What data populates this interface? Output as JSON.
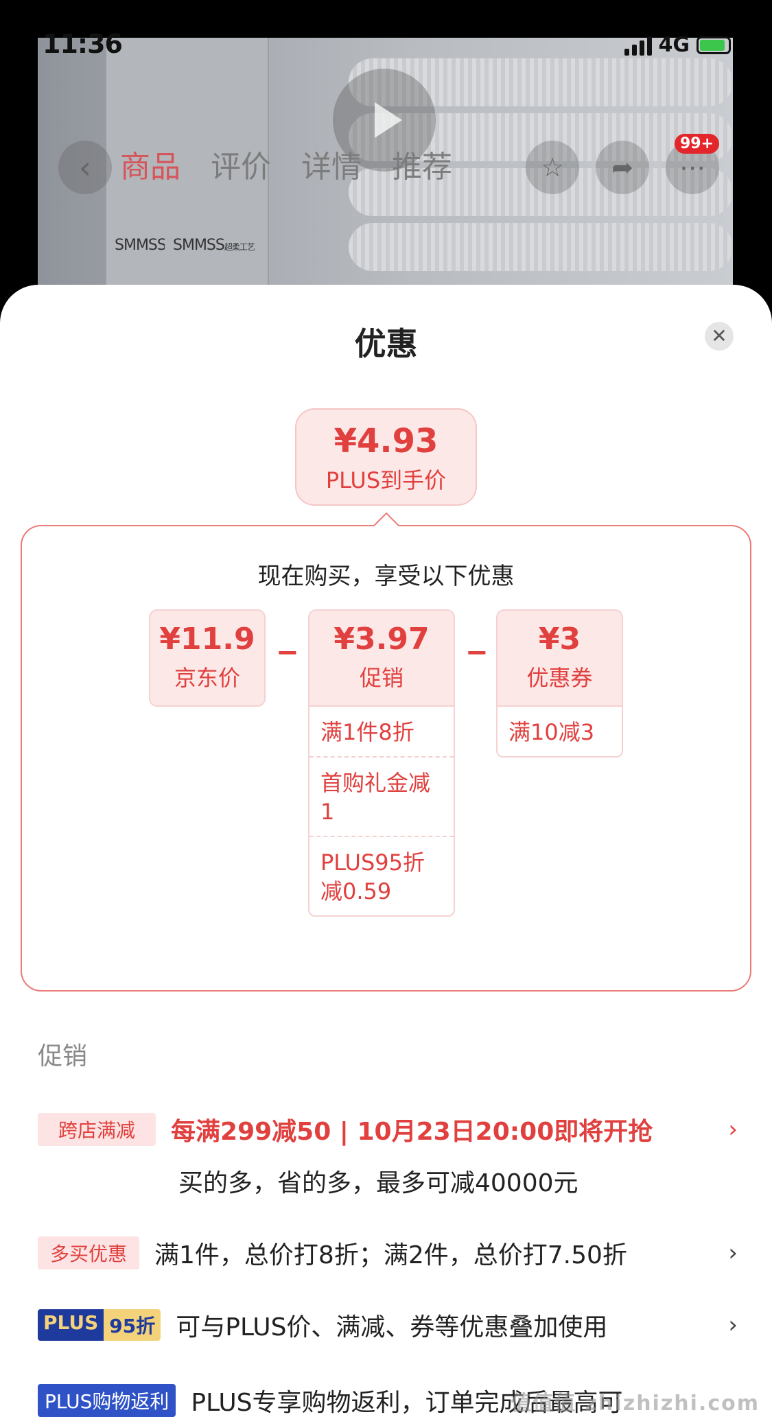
{
  "status": {
    "time": "11:36",
    "network": "4G"
  },
  "product_page": {
    "tabs": [
      "商品",
      "评价",
      "详情",
      "推荐"
    ],
    "brand": "SMMSS",
    "brand_sub": "超柔工艺",
    "cart_badge": "99+"
  },
  "sheet": {
    "title": "优惠",
    "close_glyph": "✕",
    "final_price": {
      "amount": "¥4.93",
      "label": "PLUS到手价"
    },
    "calc": {
      "title": "现在购买，享受以下优惠",
      "minus": "−",
      "cards": [
        {
          "amount": "¥11.9",
          "label": "京东价",
          "details": []
        },
        {
          "amount": "¥3.97",
          "label": "促销",
          "details": [
            "满1件8折",
            "首购礼金减1",
            "PLUS95折减0.59"
          ]
        },
        {
          "amount": "¥3",
          "label": "优惠券",
          "details": [
            "满10减3"
          ]
        }
      ]
    }
  },
  "promotions": {
    "section_title": "促销",
    "rows": [
      {
        "tag": "跨店满减",
        "text": "每满299减50 | 10月23日20:00即将开抢",
        "sub": "买的多，省的多，最多可减40000元"
      },
      {
        "tag": "多买优惠",
        "text": "满1件，总价打8折；满2件，总价打7.50折"
      },
      {
        "tag_a": "PLUS",
        "tag_b": "95折",
        "text": "可与PLUS价、满减、券等优惠叠加使用"
      },
      {
        "tag": "PLUS购物返利",
        "text": "PLUS专享购物返利，订单完成后最高可"
      }
    ],
    "chevron": "›"
  },
  "watermark": "值值值 zhizhizhi.com"
}
